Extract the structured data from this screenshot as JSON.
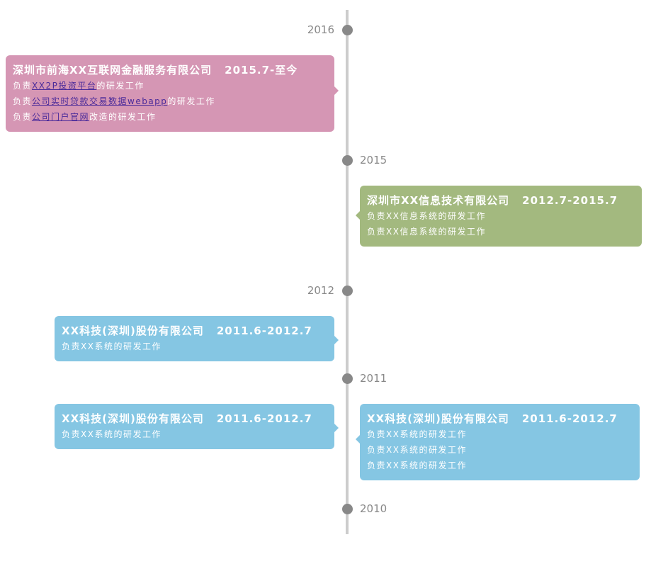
{
  "years": [
    "2016",
    "2015",
    "2012",
    "2011",
    "2010"
  ],
  "colors": {
    "pink": "#d596b4",
    "green": "#a3b97f",
    "blue": "#85c6e3",
    "axis": "#cccccc",
    "dot": "#888888"
  },
  "entries": [
    {
      "company": "深圳市前海XX互联网金融服务有限公司",
      "period": "2015.7-至今",
      "lines": [
        {
          "pre": "负责",
          "link": "XX2P投资平台",
          "post": "的研发工作"
        },
        {
          "pre": "负责",
          "link": "公司实时贷款交易数据webapp",
          "post": "的研发工作"
        },
        {
          "pre": "负责",
          "link": "公司门户官网",
          "post": "改造的研发工作"
        }
      ]
    },
    {
      "company": "深圳市XX信息技术有限公司",
      "period": "2012.7-2015.7",
      "lines": [
        "负责XX信息系统的研发工作",
        "负责XX信息系统的研发工作"
      ]
    },
    {
      "company": "XX科技(深圳)股份有限公司",
      "period": "2011.6-2012.7",
      "lines": [
        "负责XX系统的研发工作"
      ]
    },
    {
      "company": "XX科技(深圳)股份有限公司",
      "period": "2011.6-2012.7",
      "lines": [
        "负责XX系统的研发工作"
      ]
    },
    {
      "company": "XX科技(深圳)股份有限公司",
      "period": "2011.6-2012.7",
      "lines": [
        "负责XX系统的研发工作",
        "负责XX系统的研发工作",
        "负责XX系统的研发工作"
      ]
    }
  ]
}
